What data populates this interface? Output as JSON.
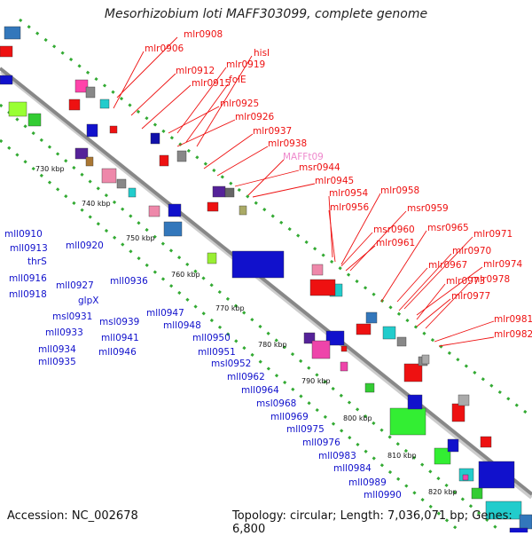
{
  "title": "Mesorhizobium loti MAFF303099, complete genome",
  "accession": "Accession: NC_002678",
  "topology": "Topology: circular; Length: 7,036,071 bp; Genes: 6,800",
  "colors": {
    "forward": "#ee1111",
    "reverse": "#1111cc",
    "trna": "#ee88cc",
    "backbone": "#888888",
    "dots": "#33aa33"
  },
  "ticks": [
    "730 kbp",
    "740 kbp",
    "750 kbp",
    "760 kbp",
    "770 kbp",
    "780 kbp",
    "790 kbp",
    "800 kbp",
    "810 kbp",
    "820 kbp"
  ],
  "forward_labels": [
    "mlr0908",
    "mlr0906",
    "hisI",
    "mlr0912",
    "mlr0919",
    "mlr0915",
    "folE",
    "mlr0925",
    "mlr0926",
    "mlr0937",
    "mlr0938",
    "MAFFt09",
    "msr0944",
    "mlr0945",
    "mlr0954",
    "mlr0958",
    "mlr0956",
    "msr0959",
    "msr0960",
    "mlr0961",
    "msr0965",
    "mlr0971",
    "mlr0967",
    "mlr0970",
    "mlr0974",
    "mlr0973",
    "mlr0978",
    "mlr0977",
    "mlr0981",
    "mlr0982"
  ],
  "reverse_labels": [
    "mll0910",
    "mll0913",
    "thrS",
    "mll0920",
    "mll0916",
    "mll0918",
    "mll0927",
    "mll0936",
    "glpX",
    "msl0931",
    "msl0939",
    "mll0933",
    "mll0947",
    "mll0941",
    "mll0948",
    "mll0934",
    "mll0935",
    "mll0946",
    "mll0950",
    "mll0951",
    "msl0952",
    "mll0962",
    "mll0964",
    "msl0968",
    "mll0969",
    "mll0975",
    "mll0976",
    "mll0983",
    "mll0984",
    "mll0989",
    "mll0990"
  ]
}
